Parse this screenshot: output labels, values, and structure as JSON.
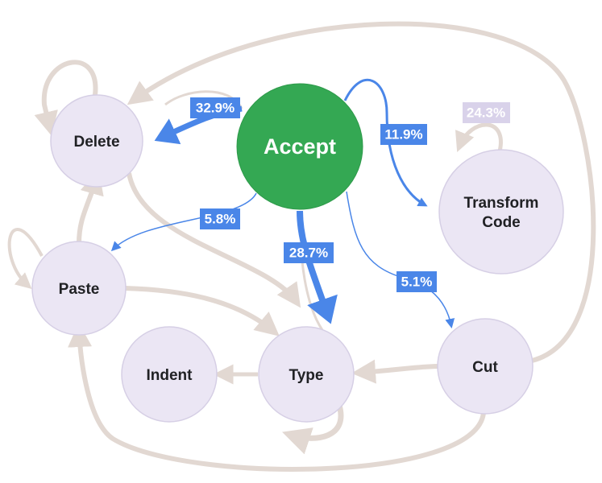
{
  "colors": {
    "node_fill": "#ebe6f4",
    "node_stroke": "#d6cfe5",
    "accept_fill": "#34a853",
    "accept_text": "#ffffff",
    "grey_edge": "#e2d8d2",
    "blue_edge": "#4a86e8",
    "faded_label": "#d9d2ea"
  },
  "nodes": {
    "accept": "Accept",
    "delete": "Delete",
    "transform_code": [
      "Transform",
      "Code"
    ],
    "paste": "Paste",
    "indent": "Indent",
    "type": "Type",
    "cut": "Cut"
  },
  "edge_labels": {
    "accept_to_delete": "32.9%",
    "accept_to_transform": "11.9%",
    "transform_self": "24.3%",
    "accept_to_paste": "5.8%",
    "accept_to_type": "28.7%",
    "accept_to_cut": "5.1%"
  }
}
